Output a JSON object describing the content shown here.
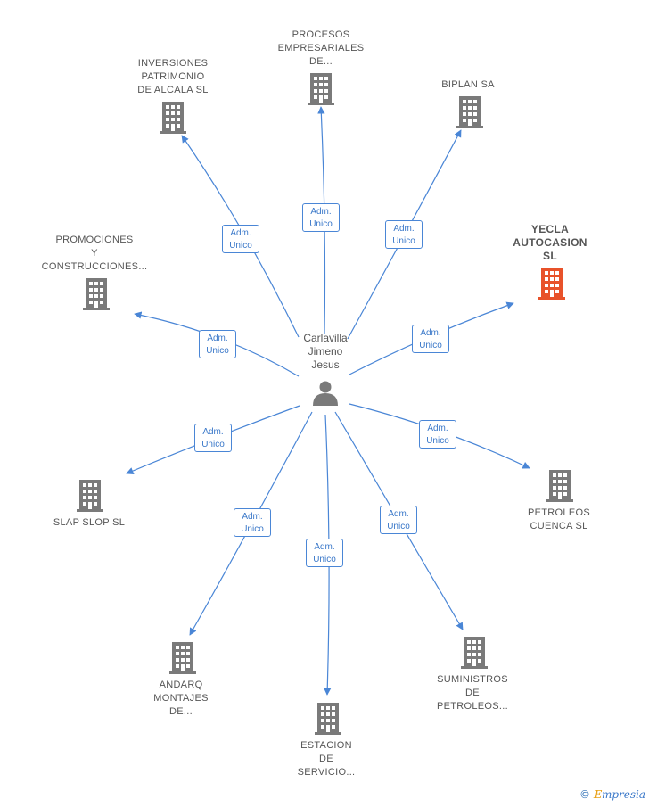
{
  "center": {
    "name": "Carlavilla\nJimeno\nJesus",
    "icon": "person-icon"
  },
  "relation_label": "Adm.\nUnico",
  "companies": [
    {
      "id": "inversiones",
      "name": "INVERSIONES\nPATRIMONIO\nDE ALCALA  SL",
      "highlight": false
    },
    {
      "id": "procesos",
      "name": "PROCESOS\nEMPRESARIALES\nDE...",
      "highlight": false
    },
    {
      "id": "biplan",
      "name": "BIPLAN SA",
      "highlight": false
    },
    {
      "id": "yecla",
      "name": "YECLA\nAUTOCASION\nSL",
      "highlight": true
    },
    {
      "id": "promociones",
      "name": "PROMOCIONES\nY\nCONSTRUCCIONES...",
      "highlight": false
    },
    {
      "id": "slap",
      "name": "SLAP SLOP  SL",
      "highlight": false
    },
    {
      "id": "petroleos",
      "name": "PETROLEOS\nCUENCA  SL",
      "highlight": false
    },
    {
      "id": "andarq",
      "name": "ANDARQ\nMONTAJES\nDE...",
      "highlight": false
    },
    {
      "id": "estacion",
      "name": "ESTACION\nDE\nSERVICIO...",
      "highlight": false
    },
    {
      "id": "suministros",
      "name": "SUMINISTROS\nDE\nPETROLEOS...",
      "highlight": false
    }
  ],
  "colors": {
    "edge": "#4a86d6",
    "building": "#7a7a7a",
    "building_highlight": "#e8522a",
    "person": "#7a7a7a"
  },
  "brand": {
    "copyright": "©",
    "initial": "E",
    "rest": "mpresia"
  }
}
